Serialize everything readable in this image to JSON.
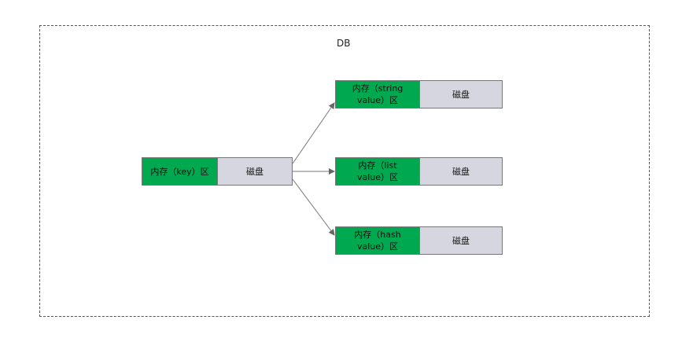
{
  "diagram": {
    "title": "DB",
    "key_block": {
      "memory_label": "内存（key）区",
      "disk_label": "磁盘"
    },
    "value_blocks": [
      {
        "memory_label": "内存（string value）区",
        "disk_label": "磁盘"
      },
      {
        "memory_label": "内存（list value）区",
        "disk_label": "磁盘"
      },
      {
        "memory_label": "内存（hash value）区",
        "disk_label": "磁盘"
      }
    ],
    "colors": {
      "memory": "#00a84f",
      "disk": "#d6d6e0",
      "arrow": "#666666"
    }
  }
}
